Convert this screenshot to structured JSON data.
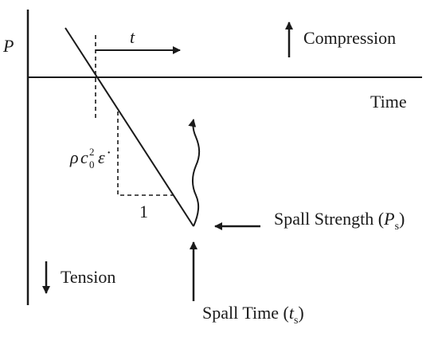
{
  "diagram": {
    "y_axis_label": "P",
    "x_axis_label": "Time",
    "compression_label": "Compression",
    "tension_label": "Tension",
    "time_offset_label": "t",
    "slope_label": {
      "rho": "ρ",
      "c": "c",
      "sub": "0",
      "sup": "2",
      "epsilon_dot": "ε̇"
    },
    "unit_run_label": "1",
    "spall_strength": {
      "prefix": "Spall Strength (",
      "symbol": "P",
      "sub": "s",
      "suffix": ")"
    },
    "spall_time": {
      "prefix": "Spall Time (",
      "symbol": "t",
      "sub": "s",
      "suffix": ")"
    },
    "colors": {
      "ink": "#1a1a1a",
      "background": "#ffffff"
    }
  }
}
